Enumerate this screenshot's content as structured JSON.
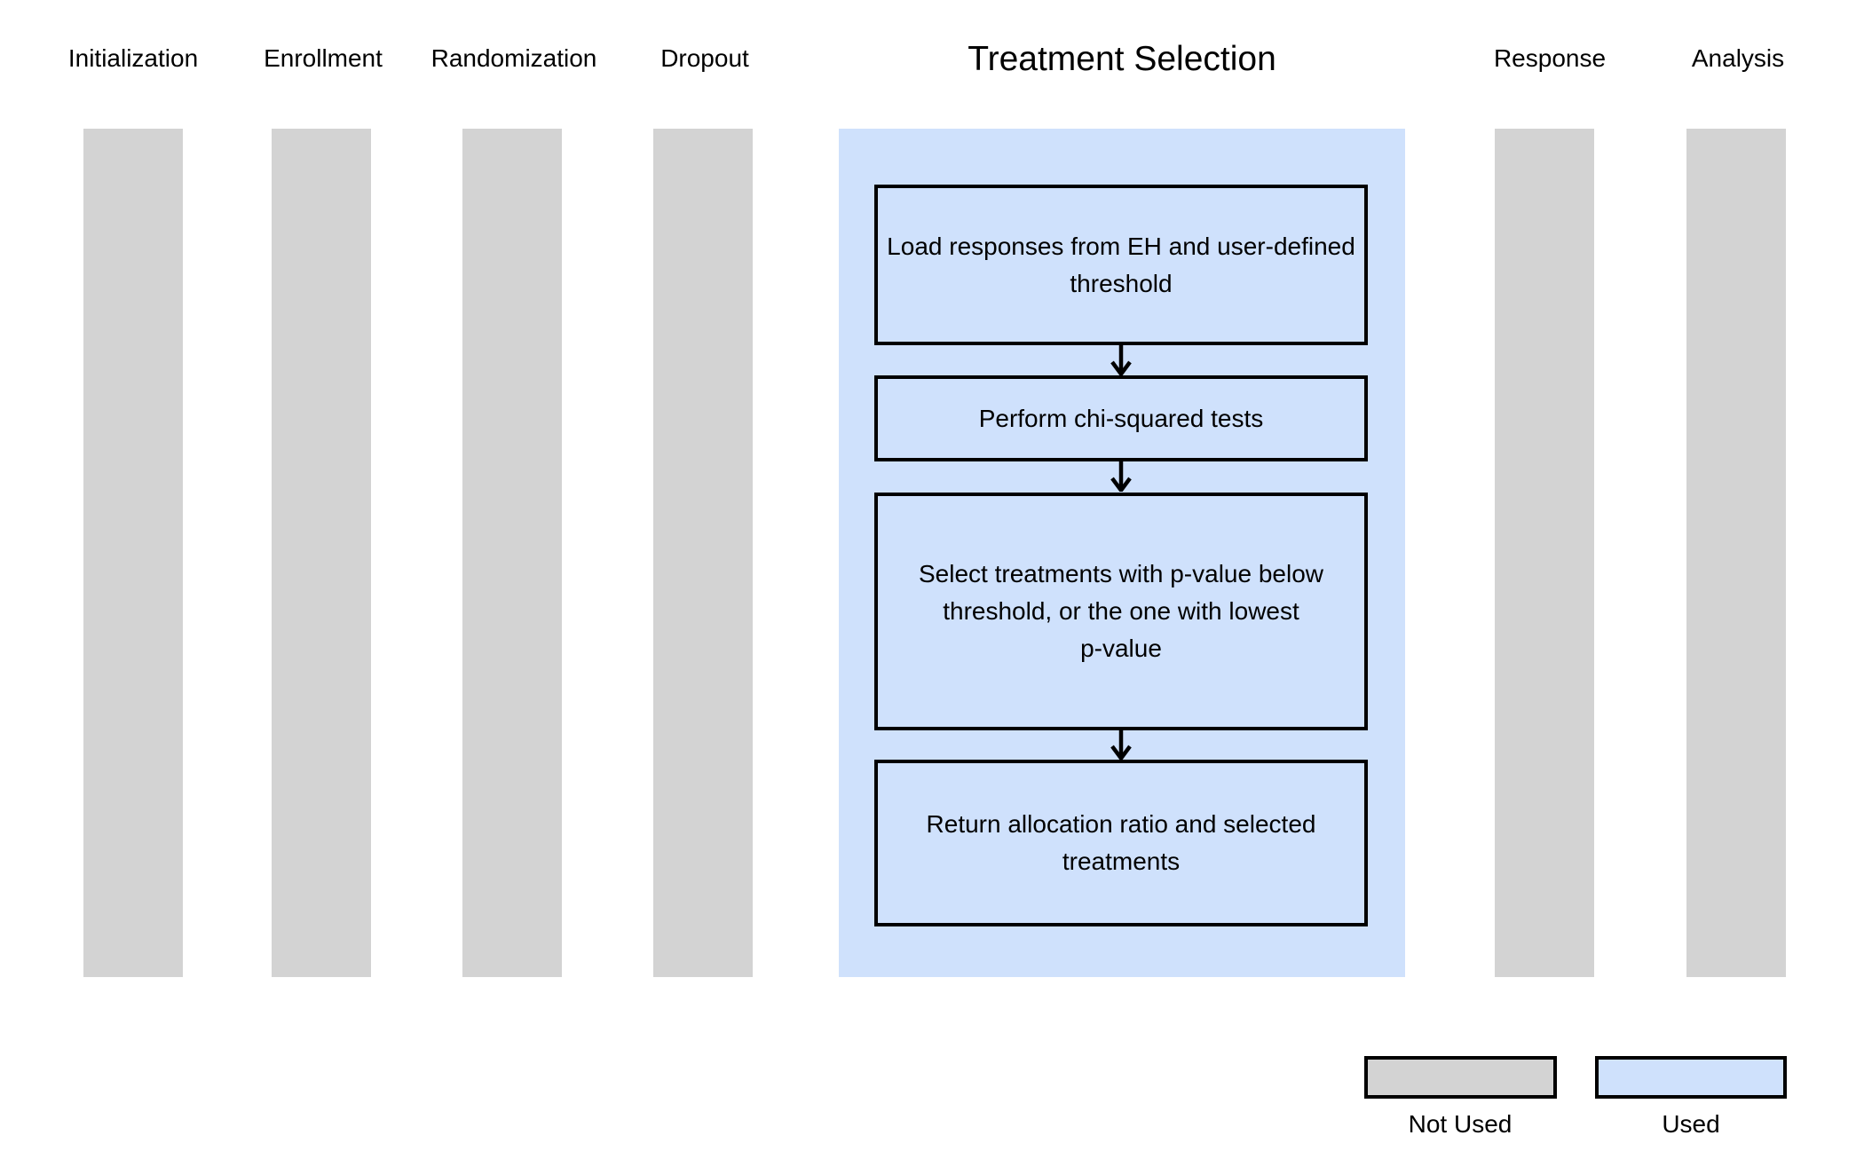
{
  "stages": {
    "not_used": [
      {
        "label": "Initialization"
      },
      {
        "label": "Enrollment"
      },
      {
        "label": "Randomization"
      },
      {
        "label": "Dropout"
      },
      {
        "label": "Response"
      },
      {
        "label": "Analysis"
      }
    ],
    "used": {
      "label": "Treatment Selection"
    }
  },
  "flowchart": {
    "steps": [
      {
        "text": "Load responses from EH and user-defined\nthreshold"
      },
      {
        "text": "Perform chi-squared tests"
      },
      {
        "text": "Select treatments with p-value below\nthreshold, or the one with lowest\np-value"
      },
      {
        "text": "Return allocation ratio and selected\ntreatments"
      }
    ]
  },
  "legend": {
    "not_used_label": "Not Used",
    "used_label": "Used"
  },
  "colors": {
    "not_used_fill": "#d3d3d3",
    "used_fill": "#cfe1fc",
    "outline": "#000000"
  }
}
